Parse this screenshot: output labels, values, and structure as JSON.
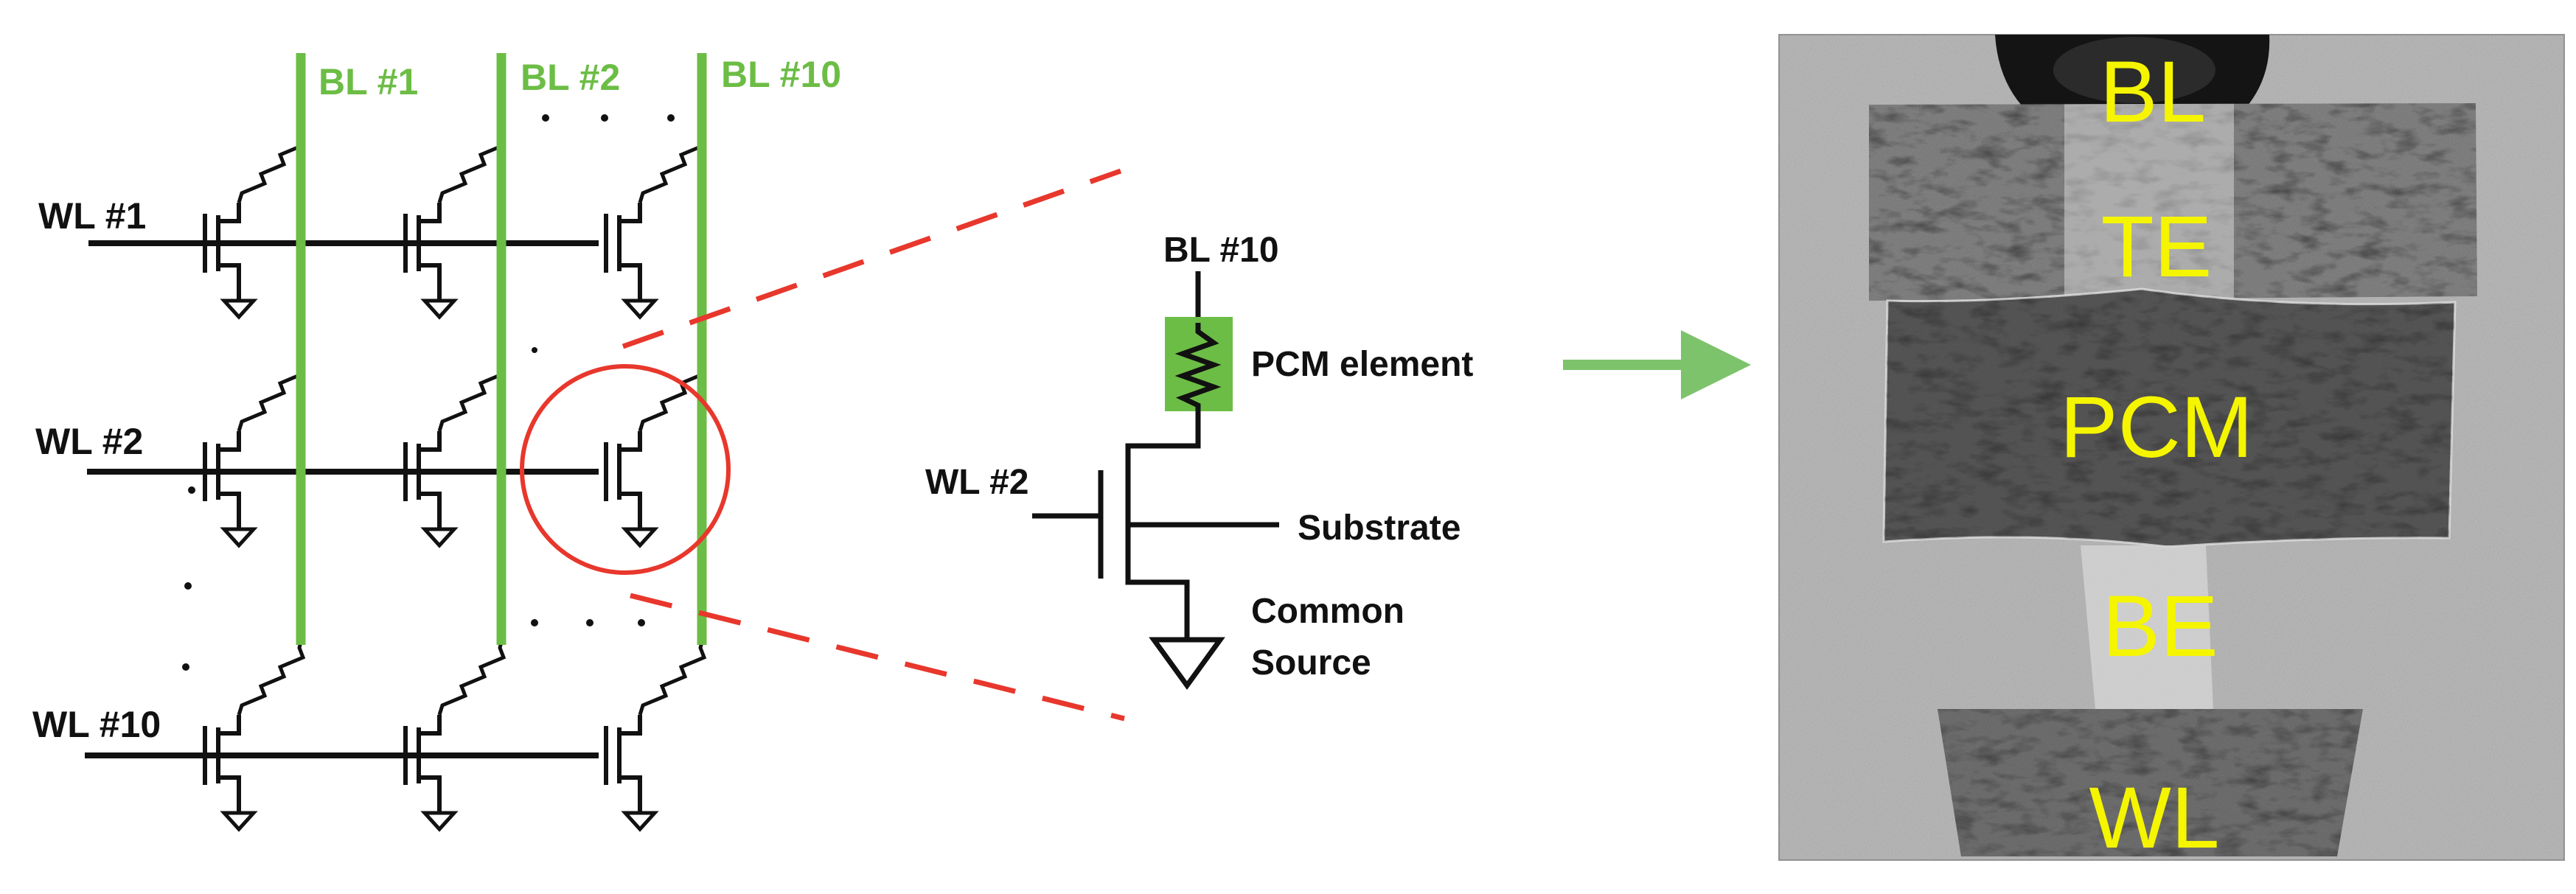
{
  "array": {
    "bitlines": [
      "BL #1",
      "BL #2",
      "BL #10"
    ],
    "wordlines": [
      "WL #1",
      "WL #2",
      "WL #10"
    ],
    "ellipsis": "..."
  },
  "schematic": {
    "bitline": "BL #10",
    "pcm": "PCM element",
    "wordline": "WL #2",
    "substrate": "Substrate",
    "source_line1": "Common",
    "source_line2": "Source"
  },
  "tem": {
    "layers": [
      "BL",
      "TE",
      "PCM",
      "BE",
      "WL"
    ]
  },
  "colors": {
    "bitline": "#6cbd45",
    "pcm_box": "#6cbd45",
    "highlight": "#e8372c",
    "arrow": "#7dc36b",
    "tem_label": "#f5f500",
    "wire": "#111111"
  }
}
